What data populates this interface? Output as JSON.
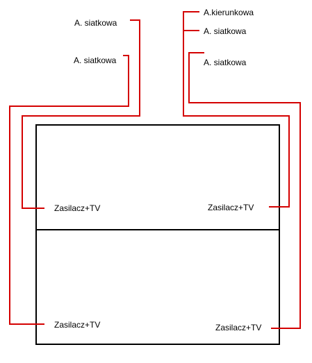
{
  "colors": {
    "cable": "#d40000",
    "building": "#000000",
    "background": "#ffffff"
  },
  "antennas": [
    {
      "id": "a1",
      "label": "A. siatkowa"
    },
    {
      "id": "a2",
      "label": "A. siatkowa"
    },
    {
      "id": "a3",
      "label": "A.kierunkowa"
    },
    {
      "id": "a4",
      "label": "A. siatkowa"
    },
    {
      "id": "a5",
      "label": "A. siatkowa"
    }
  ],
  "outlets": [
    {
      "id": "o1",
      "label": "Zasilacz+TV"
    },
    {
      "id": "o2",
      "label": "Zasilacz+TV"
    },
    {
      "id": "o3",
      "label": "Zasilacz+TV"
    },
    {
      "id": "o4",
      "label": "Zasilacz+TV"
    }
  ]
}
